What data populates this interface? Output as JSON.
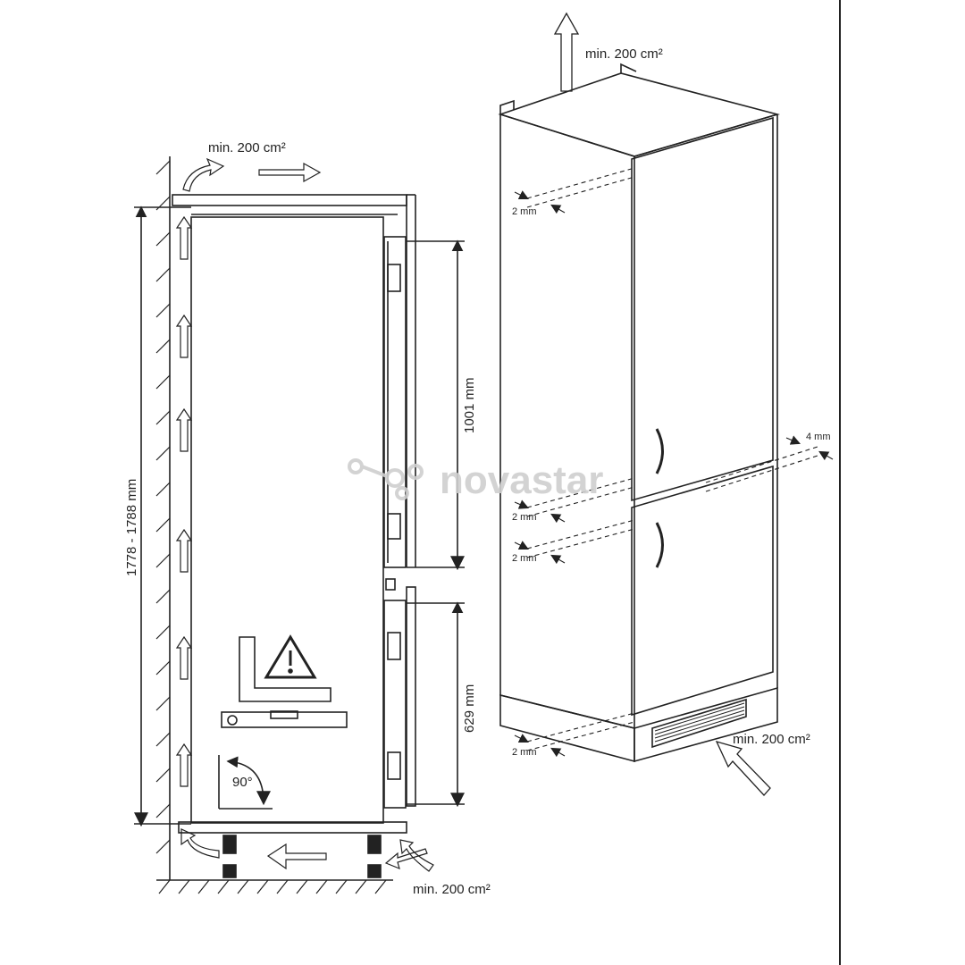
{
  "labels": {
    "top_left_vent": "min. 200 cm²",
    "bottom_left_vent": "min. 200 cm²",
    "top_right_vent": "min. 200 cm²",
    "bottom_right_vent": "min. 200 cm²",
    "height_range": "1778 - 1788 mm",
    "upper_door": "1001 mm",
    "lower_door": "629 mm",
    "angle": "90°",
    "gap_top": "2 mm",
    "gap_mid_1": "2 mm",
    "gap_mid_2": "2 mm",
    "gap_bottom": "2 mm",
    "gap_side": "4 mm"
  },
  "watermark": "novastar",
  "colors": {
    "line": "#222222",
    "watermark": "#cfcfcf"
  },
  "icons": [
    "warning-icon",
    "spirit-level-icon",
    "set-square-icon",
    "airflow-arrow-icon"
  ]
}
